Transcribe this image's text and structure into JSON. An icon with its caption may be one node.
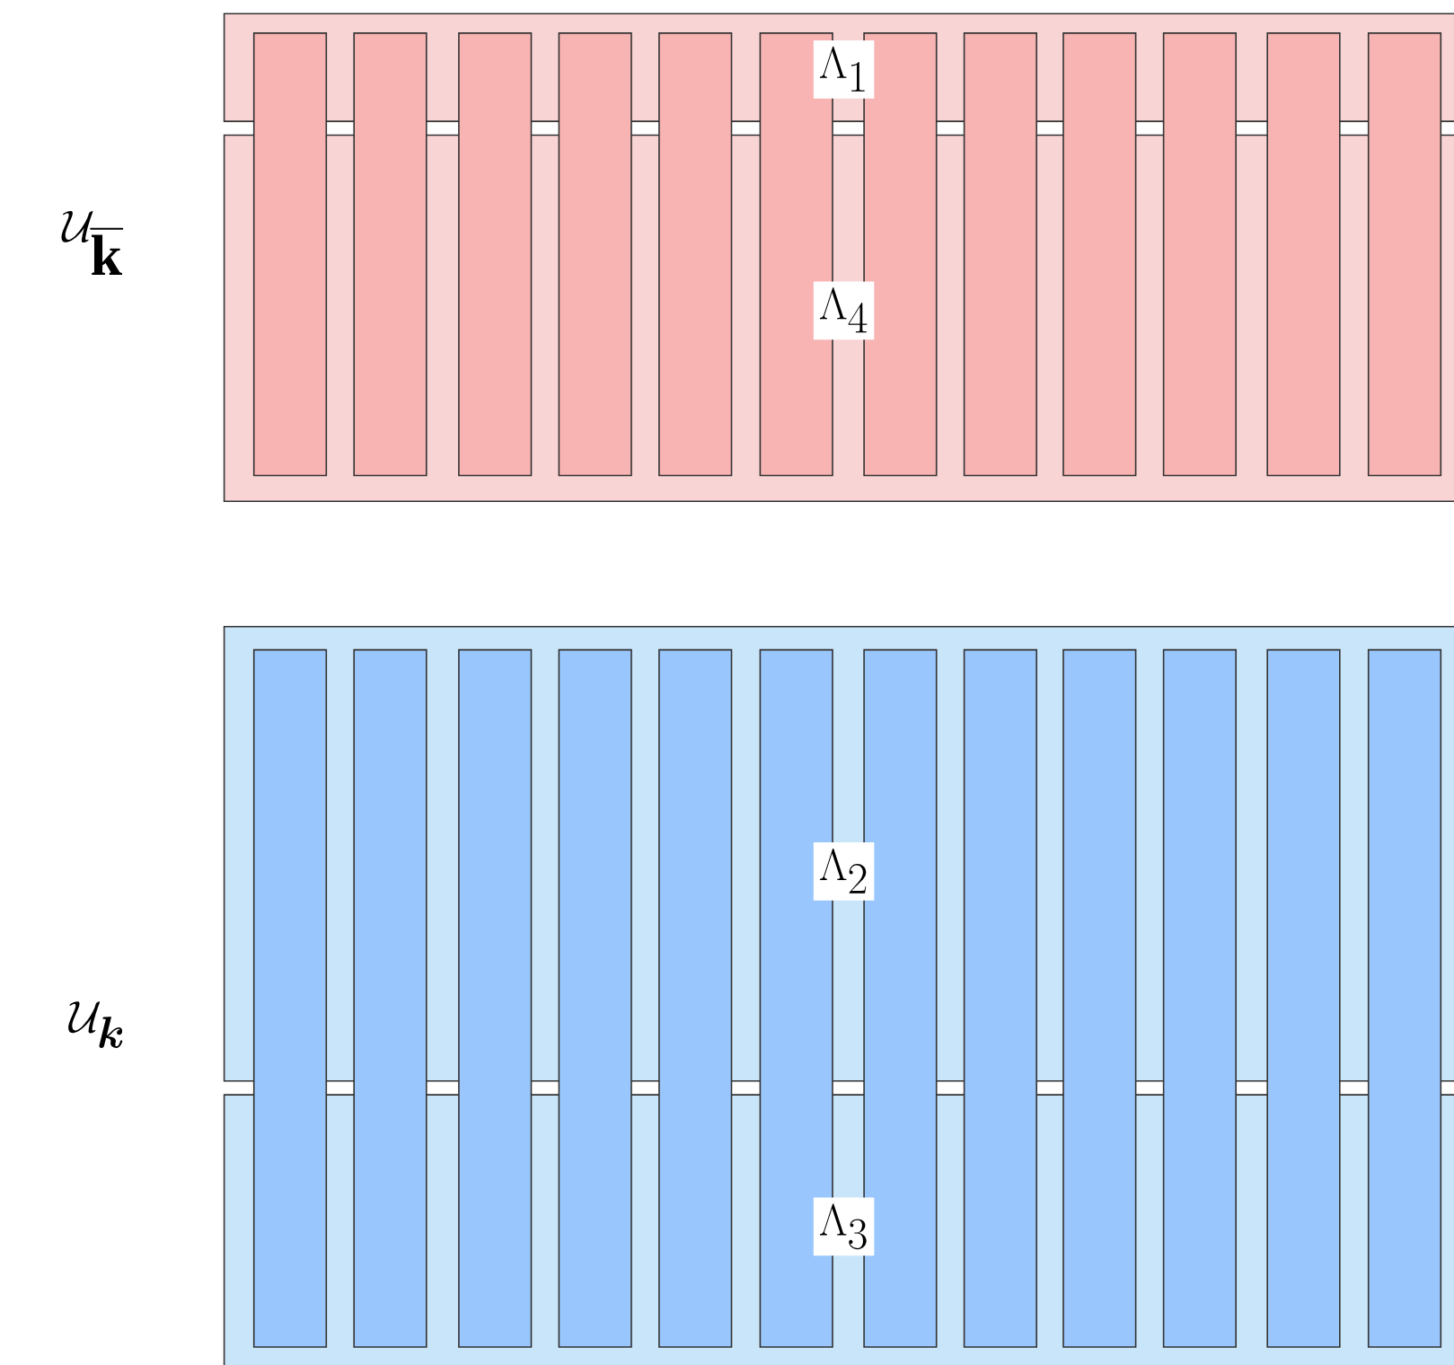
{
  "diagram": {
    "nodes": [
      {
        "text": [
          "\\Lambda_1"
        ]
      },
      {
        "text": [
          "\\Lambda_4"
        ]
      },
      {
        "text": [],
        "shape": "bar"
      },
      {
        "text": [],
        "shape": "bar"
      },
      {
        "text": [],
        "shape": "bar"
      },
      {
        "text": [],
        "shape": "bar"
      },
      {
        "text": [],
        "shape": "bar"
      },
      {
        "text": [],
        "shape": "bar"
      },
      {
        "text": [],
        "shape": "bar"
      },
      {
        "text": [],
        "shape": "bar"
      },
      {
        "text": [],
        "shape": "bar"
      },
      {
        "text": [],
        "shape": "bar"
      },
      {
        "text": [],
        "shape": "bar"
      },
      {
        "text": [],
        "shape": "bar"
      },
      {
        "text": [
          "\\Lambda_2"
        ]
      },
      {
        "text": [
          "\\Lambda_3"
        ]
      },
      {
        "text": [],
        "shape": "bar"
      },
      {
        "text": [],
        "shape": "bar"
      },
      {
        "text": [],
        "shape": "bar"
      },
      {
        "text": [],
        "shape": "bar"
      },
      {
        "text": [],
        "shape": "bar"
      },
      {
        "text": [],
        "shape": "bar"
      },
      {
        "text": [],
        "shape": "bar"
      },
      {
        "text": [],
        "shape": "bar"
      },
      {
        "text": [],
        "shape": "bar"
      },
      {
        "text": [],
        "shape": "bar"
      },
      {
        "text": [],
        "shape": "bar"
      },
      {
        "text": [],
        "shape": "bar"
      }
    ],
    "labels": [
      "\\mathcal{U}_{\\overline{\\mathbf{k}}}",
      "\\mathcal{U}_{\\boldsymbol{k}}"
    ]
  }
}
